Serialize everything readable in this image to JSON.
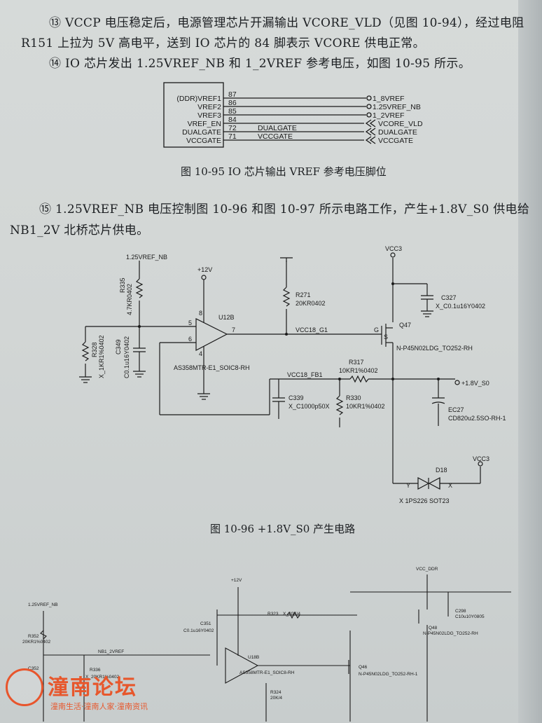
{
  "text": {
    "p13_line1": "⑬ VCCP 电压稳定后，电源管理芯片开漏输出 VCORE_VLD（见图 10-94），经过电阻",
    "p13_line2": "R151 上拉为 5V 高电平，送到 IO 芯片的 84 脚表示 VCORE 供电正常。",
    "p14_line1": "⑭ IO 芯片发出 1.25VREF_NB 和 1_2VREF 参考电压，如图 10-95 所示。",
    "fig95_caption": "图 10-95   IO 芯片输出 VREF 参考电压脚位",
    "p15_line1": "⑮ 1.25VREF_NB 电压控制图 10-96 和图 10-97 所示电路工作，产生+1.8V_S0 供电给",
    "p15_line2": "NB1_2V 北桥芯片供电。",
    "fig96_caption": "图 10-96   +1.8V_S0 产生电路"
  },
  "fig95": {
    "pins": [
      {
        "name": "(DDR)VREF1",
        "num": "87",
        "net": "1_8VREF"
      },
      {
        "name": "VREF2",
        "num": "86",
        "net": "1.25VREF_NB"
      },
      {
        "name": "VREF3",
        "num": "85",
        "net": "1_2VREF"
      },
      {
        "name": "VREF_EN",
        "num": "84",
        "net": "VCORE_VLD"
      },
      {
        "name": "DUALGATE",
        "num": "72",
        "net": "DUALGATE",
        "label": "DUALGATE"
      },
      {
        "name": "VCCGATE",
        "num": "71",
        "net": "VCCGATE",
        "label": "VCCGATE"
      }
    ]
  },
  "fig96": {
    "vref": "1.25VREF_NB",
    "plus12": "+12V",
    "r335": "R335",
    "r335v": "4.7KR0402",
    "r328": "R328",
    "r328v": "X_1KR1%0402",
    "c349": "C349",
    "c349v": "C0.1u16Y0402",
    "u12b": "U12B",
    "u12b_part": "AS358MTR-E1_SOIC8-RH",
    "pin5": "5",
    "pin6": "6",
    "pin7": "7",
    "pin8": "8",
    "pin4": "4",
    "r271": "R271",
    "r271v": "20KR0402",
    "net_g1": "VCC18_G1",
    "vcc3": "VCC3",
    "c327": "C327",
    "c327v": "X_C0.1u16Y0402",
    "q47": "Q47",
    "q47_part": "N-P45N02LDG_TO252-RH",
    "g": "G",
    "s": "S",
    "r317": "R317",
    "r317v": "10KR1%0402",
    "net_fb1": "VCC18_FB1",
    "out": "+1.8V_S0",
    "c339": "C339",
    "c339v": "X_C1000p50X",
    "r330": "R330",
    "r330v": "10KR1%0402",
    "ec27": "EC27",
    "ec27v": "CD820u2.5SO-RH-1",
    "d18": "D18",
    "d18_part": "X 1PS226  SOT23",
    "y": "Y",
    "x": "X",
    "vcc3b": "VCC3"
  },
  "fig97": {
    "vref": "1.25VREF_NB",
    "plus12": "+12V",
    "vccddr": "VCC_DDR",
    "r352": "R352",
    "r352v": "20KR1%0402",
    "c352": "C352",
    "c351": "C351",
    "c351v": "C0.1u16Y0402",
    "r323": "R323",
    "r323v": "X_20K/4",
    "net": "NB1_2VREF",
    "r336": "R336",
    "r336v": "X_20KR1%0402",
    "u18b": "U18B",
    "u18b_part": "AS358MTR-E1_SOIC8-RH",
    "r324": "R324",
    "r324v": "20K/4",
    "q46": "Q46",
    "q46_part": "N-P45N02LDG_TO252-RH-1",
    "q48": "Q48",
    "q48_part": "N-P45N02LDG_TO252-RH",
    "c298": "C298",
    "c298v": "C10u10Y0805"
  },
  "watermark": {
    "title": "潼南论坛",
    "sub": "潼南生活·潼南人家·潼南资讯"
  }
}
